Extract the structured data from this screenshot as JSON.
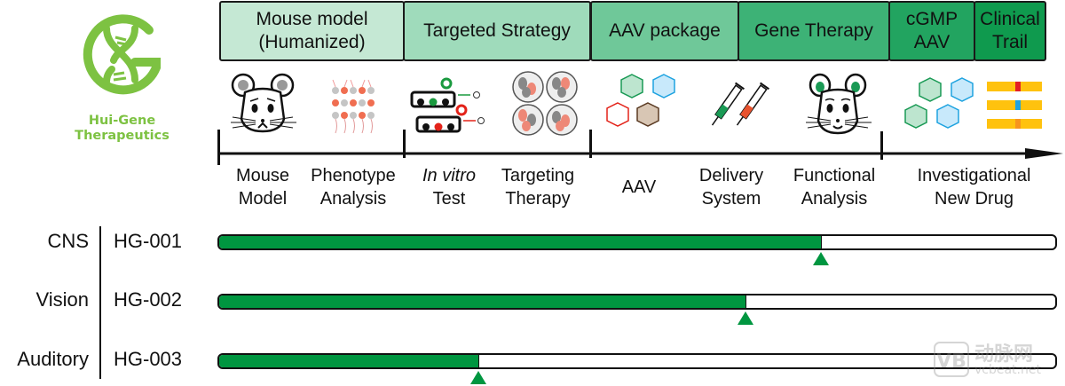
{
  "logo": {
    "company_line1": "Hui-Gene",
    "company_line2": "Therapeutics",
    "brand_color": "#7dc242"
  },
  "stages": [
    {
      "label": "Mouse model\n(Humanized)",
      "color": "#c5e8d4"
    },
    {
      "label": "Targeted Strategy",
      "color": "#9fdbbb"
    },
    {
      "label": "AAV package",
      "color": "#6fc899"
    },
    {
      "label": "Gene Therapy",
      "color": "#3db276"
    },
    {
      "label": "cGMP\nAAV",
      "color": "#22a460"
    },
    {
      "label": "Clinical\nTrail",
      "color": "#0f9a4e"
    }
  ],
  "steps": [
    {
      "line1": "Mouse",
      "line2": "Model"
    },
    {
      "line1": "Phenotype",
      "line2": "Analysis"
    },
    {
      "line1": "In vitro",
      "line2": "Test",
      "italic_line1": true
    },
    {
      "line1": "Targeting",
      "line2": "Therapy"
    },
    {
      "line1": "AAV",
      "line2": ""
    },
    {
      "line1": "Delivery",
      "line2": "System"
    },
    {
      "line1": "Functional",
      "line2": "Analysis"
    },
    {
      "line1": "Investigational",
      "line2": "New Drug"
    }
  ],
  "icons": [
    "sad-mouse-icon",
    "neuron-cells-icon",
    "cell-culture-dish-icon",
    "cell-wells-icon",
    "aav-capsids-icon",
    "syringes-icon",
    "happy-mouse-icon",
    "aav-capsids-cgmp-icon",
    "chromosome-bands-icon"
  ],
  "pipeline": [
    {
      "area": "CNS",
      "program": "HG-001",
      "progress": 0.72
    },
    {
      "area": "Vision",
      "program": "HG-002",
      "progress": 0.63
    },
    {
      "area": "Auditory",
      "program": "HG-003",
      "progress": 0.31
    }
  ],
  "colors": {
    "progress_fill": "#009640",
    "marker": "#009640"
  },
  "watermark": {
    "line1": "动脉网",
    "line2": "vcbeat.net"
  }
}
